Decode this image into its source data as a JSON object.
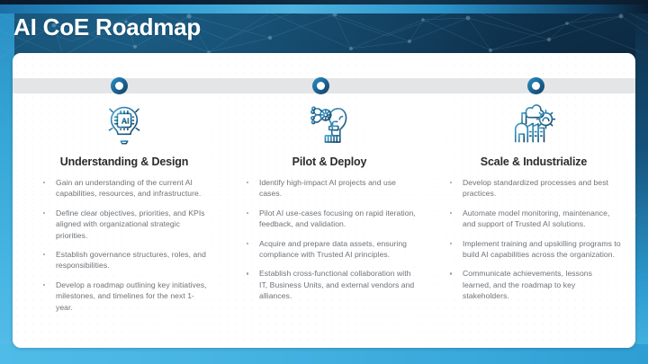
{
  "slide": {
    "title": "AI CoE Roadmap",
    "accent_dark": "#0d2d47",
    "accent_cyan": "#46b4e2",
    "marker_color": "#1d6a9b",
    "band_color": "#e4e5e6",
    "heading_color": "#2b2b2b",
    "body_color": "#6f7277"
  },
  "timeline": {
    "markers": [
      {
        "name": "phase-1-marker"
      },
      {
        "name": "phase-2-marker"
      },
      {
        "name": "phase-3-marker"
      }
    ]
  },
  "columns": [
    {
      "icon": "lightbulb-ai-chip-icon",
      "heading": "Understanding & Design",
      "bullets": [
        "Gain an understanding of the current AI capabilities, resources, and infrastructure.",
        "Define clear objectives, priorities, and KPIs aligned with organizational strategic priorities.",
        "Establish governance structures, roles, and responsibilities.",
        "Develop a roadmap outlining key initiatives, milestones, and timelines for the next 1-year."
      ]
    },
    {
      "icon": "ai-head-gear-circuit-icon",
      "heading": "Pilot & Deploy",
      "bullets": [
        "Identify high-impact AI projects and use cases.",
        "Pilot AI use-cases focusing on rapid iteration, feedback, and validation.",
        "Acquire and prepare data assets, ensuring compliance with Trusted AI principles.",
        "Establish cross-functional collaboration with IT, Business Units, and external vendors and alliances."
      ]
    },
    {
      "icon": "factory-gear-industrialize-icon",
      "heading": "Scale & Industrialize",
      "bullets": [
        "Develop standardized processes and best practices.",
        "Automate model monitoring, maintenance, and support of Trusted AI solutions.",
        "Implement training and upskilling programs to build AI capabilities across the organization.",
        "Communicate achievements, lessons learned, and the roadmap to key stakeholders."
      ]
    }
  ]
}
